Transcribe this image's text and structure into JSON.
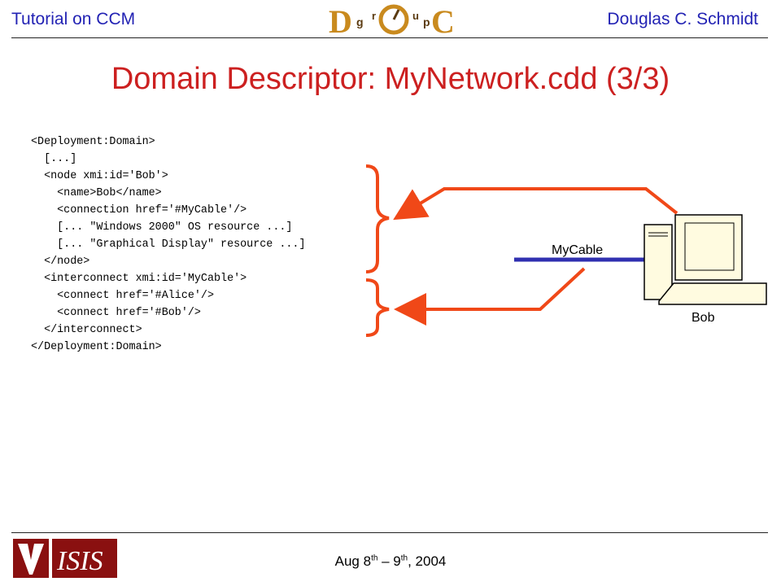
{
  "header": {
    "left": "Tutorial on CCM",
    "right": "Douglas C. Schmidt",
    "logo_letters": [
      "D",
      "g",
      "r",
      "u",
      "p",
      "C"
    ]
  },
  "title": "Domain Descriptor: MyNetwork.cdd (3/3)",
  "code_lines": [
    "<Deployment:Domain>",
    "  [...]",
    "  <node xmi:id='Bob'>",
    "    <name>Bob</name>",
    "    <connection href='#MyCable'/>",
    "    [... \"Windows 2000\" OS resource ...]",
    "    [... \"Graphical Display\" resource ...]",
    "  </node>",
    "  <interconnect xmi:id='MyCable'>",
    "    <connect href='#Alice'/>",
    "    <connect href='#Bob'/>",
    "  </interconnect>",
    "</Deployment:Domain>"
  ],
  "diagram": {
    "cable_label": "MyCable",
    "computer_label": "Bob",
    "accent_color": "#f04818",
    "cable_color": "#3030b0"
  },
  "footer": {
    "date_main": "Aug 8",
    "date_sup1": "th",
    "date_mid": " – 9",
    "date_sup2": "th",
    "date_end": ", 2004",
    "logo_text": "ISIS"
  }
}
